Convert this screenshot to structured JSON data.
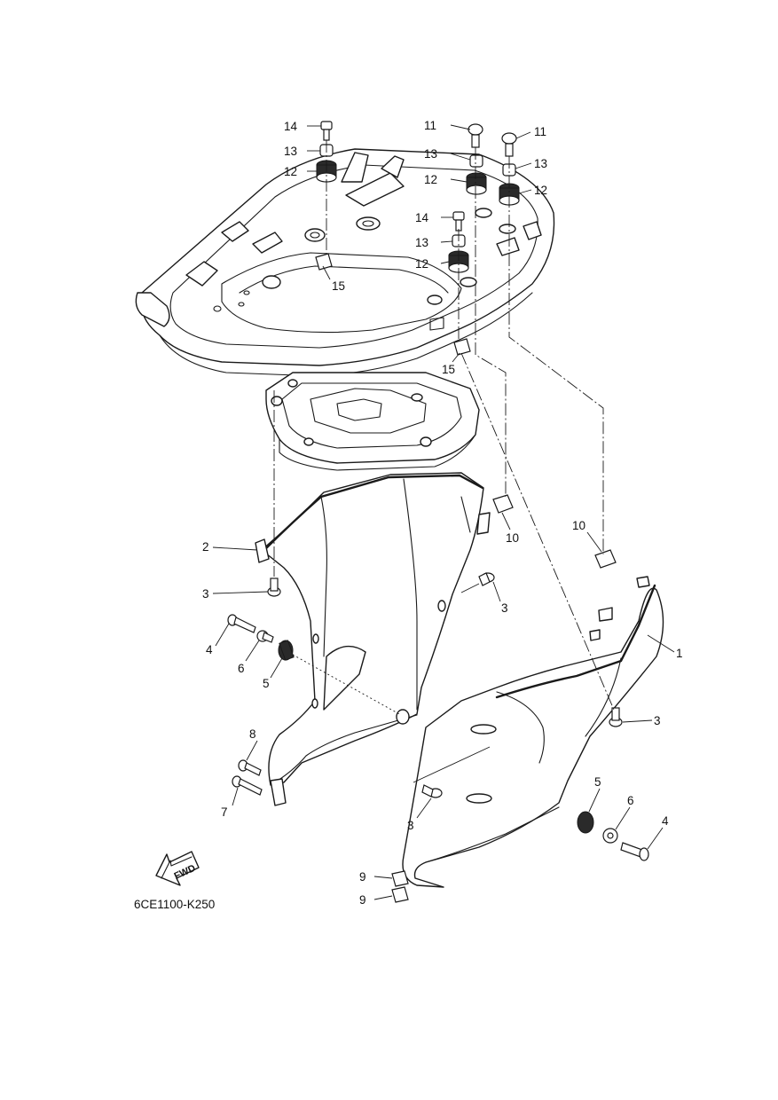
{
  "diagram": {
    "code": "6CE1100-K250",
    "fwd_label": "FWD",
    "callouts": {
      "c1": "1",
      "c2": "2",
      "c3a": "3",
      "c3b": "3",
      "c3c": "3",
      "c3d": "3",
      "c4a": "4",
      "c4b": "4",
      "c5a": "5",
      "c5b": "5",
      "c6a": "6",
      "c6b": "6",
      "c7": "7",
      "c8": "8",
      "c9a": "9",
      "c9b": "9",
      "c10a": "10",
      "c10b": "10",
      "c11a": "11",
      "c11b": "11",
      "c12a": "12",
      "c12b": "12",
      "c12c": "12",
      "c12d": "12",
      "c13a": "13",
      "c13b": "13",
      "c13c": "13",
      "c13d": "13",
      "c14a": "14",
      "c14b": "14",
      "c15a": "15",
      "c15b": "15"
    }
  }
}
